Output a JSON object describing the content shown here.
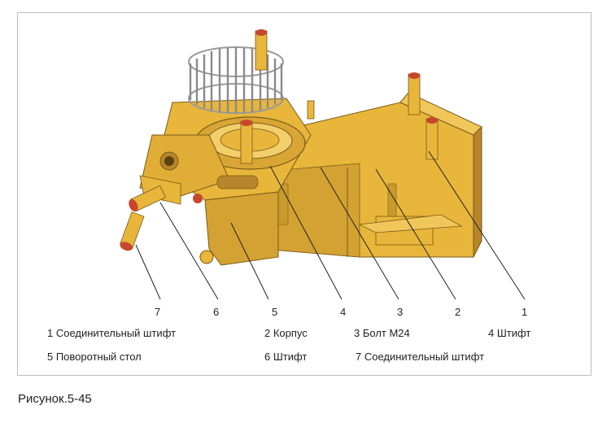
{
  "callouts": [
    "7",
    "6",
    "5",
    "4",
    "3",
    "2",
    "1"
  ],
  "legend": {
    "row1": [
      "1 Соединительный штифт",
      "2 Корпус",
      "3 Болт M24",
      "4 Штифт"
    ],
    "row2": [
      "5  Поворотный стол",
      "6 Штифт",
      "7 Соединительный  штифт"
    ]
  },
  "caption": "Рисунок.5-45",
  "colors": {
    "body": "#e8b63a",
    "body_shadow": "#b8862a",
    "body_dark": "#7a5a18",
    "pin_red": "#c8462e",
    "cage": "#9a9a9a"
  }
}
